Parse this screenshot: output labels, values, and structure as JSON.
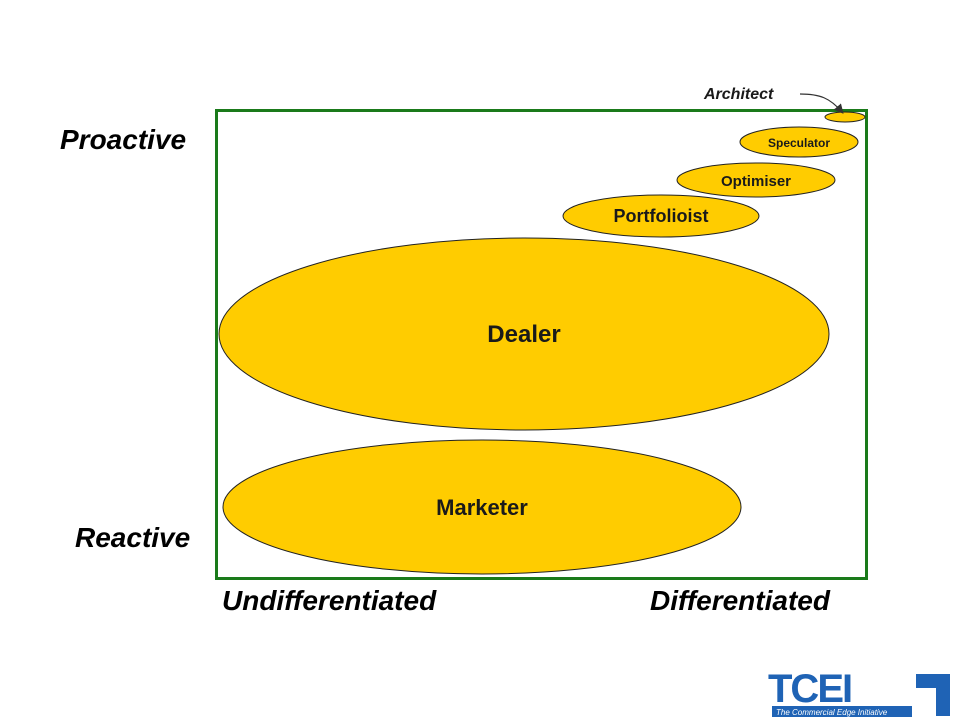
{
  "axes": {
    "y_top": "Proactive",
    "y_bottom": "Reactive",
    "x_left": "Undifferentiated",
    "x_right": "Differentiated"
  },
  "nodes": {
    "architect": "Architect",
    "speculator": "Speculator",
    "optimiser": "Optimiser",
    "portfolioist": "Portfolioist",
    "dealer": "Dealer",
    "marketer": "Marketer"
  },
  "logo": {
    "text": "TCEI",
    "subtitle": "The Commercial Edge Initiative"
  },
  "colors": {
    "ellipse_fill": "#FFCC00",
    "frame": "#1a7a1a",
    "logo": "#1f63b5",
    "text": "#1a1a1a"
  }
}
